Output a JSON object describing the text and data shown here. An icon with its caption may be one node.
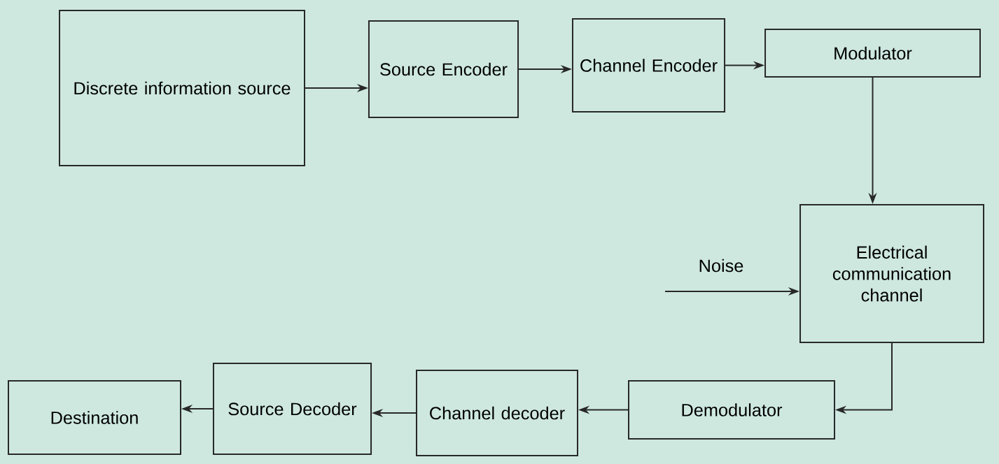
{
  "diagram": {
    "nodes": [
      {
        "text": [
          "Discrete information source"
        ]
      },
      {
        "text": [
          "Source Encoder"
        ]
      },
      {
        "text": [
          "Channel Encoder"
        ]
      },
      {
        "text": [
          "Modulator"
        ]
      },
      {
        "text": [
          "Electrical communication channel"
        ]
      },
      {
        "text": [
          "Demodulator"
        ]
      },
      {
        "text": [
          "Channel decoder"
        ]
      },
      {
        "text": [
          "Source Decoder"
        ]
      },
      {
        "text": [
          "Destination"
        ]
      }
    ],
    "edges": [
      {
        "from": 0,
        "to": 1,
        "arrow": "to"
      },
      {
        "from": 1,
        "to": 2,
        "arrow": "to"
      },
      {
        "from": 2,
        "to": 3,
        "arrow": "to"
      },
      {
        "from": 3,
        "to": 4,
        "arrow": "to"
      },
      {
        "from": 4,
        "to": 5,
        "arrow": "to"
      },
      {
        "from": null,
        "to": 4,
        "arrow": "to",
        "label": "Noise"
      },
      {
        "from": 5,
        "to": 6,
        "arrow": "to"
      },
      {
        "from": 6,
        "to": 7,
        "arrow": "to"
      },
      {
        "from": 7,
        "to": 8,
        "arrow": "to"
      }
    ]
  }
}
